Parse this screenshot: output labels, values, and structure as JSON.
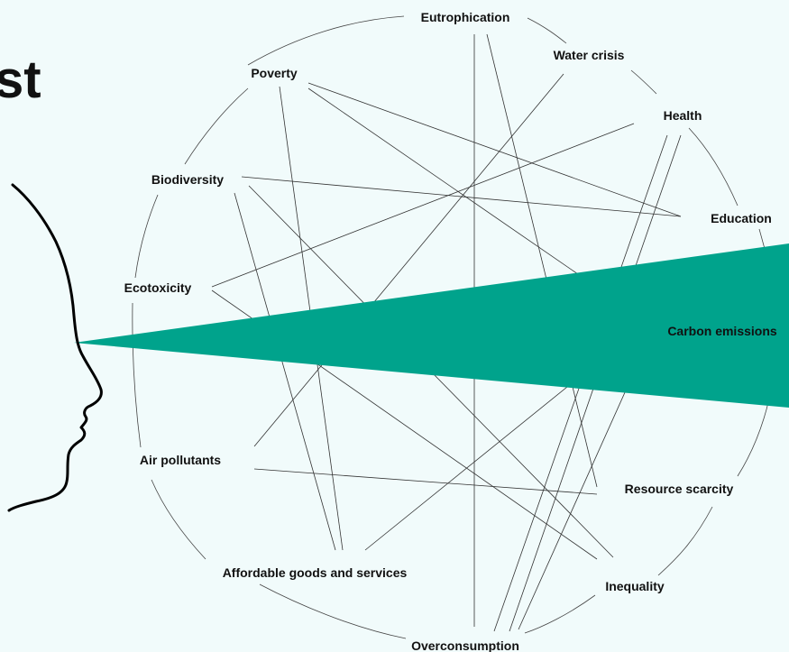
{
  "heading_fragment": "st",
  "nodes": [
    {
      "id": "eutrophication",
      "label": "Eutrophication"
    },
    {
      "id": "water-crisis",
      "label": "Water crisis"
    },
    {
      "id": "health",
      "label": "Health"
    },
    {
      "id": "education",
      "label": "Education"
    },
    {
      "id": "carbon-emissions",
      "label": "Carbon emissions"
    },
    {
      "id": "resource-scarcity",
      "label": "Resource scarcity"
    },
    {
      "id": "inequality",
      "label": "Inequality"
    },
    {
      "id": "overconsumption",
      "label": "Overconsumption"
    },
    {
      "id": "affordable-goods",
      "label": "Affordable goods and services"
    },
    {
      "id": "air-pollutants",
      "label": "Air pollutants"
    },
    {
      "id": "ecotoxicity",
      "label": "Ecotoxicity"
    },
    {
      "id": "biodiversity",
      "label": "Biodiversity"
    },
    {
      "id": "poverty",
      "label": "Poverty"
    }
  ],
  "colors": {
    "background": "#f1fbfb",
    "beam": "#00a38c",
    "lines": "#333333"
  }
}
